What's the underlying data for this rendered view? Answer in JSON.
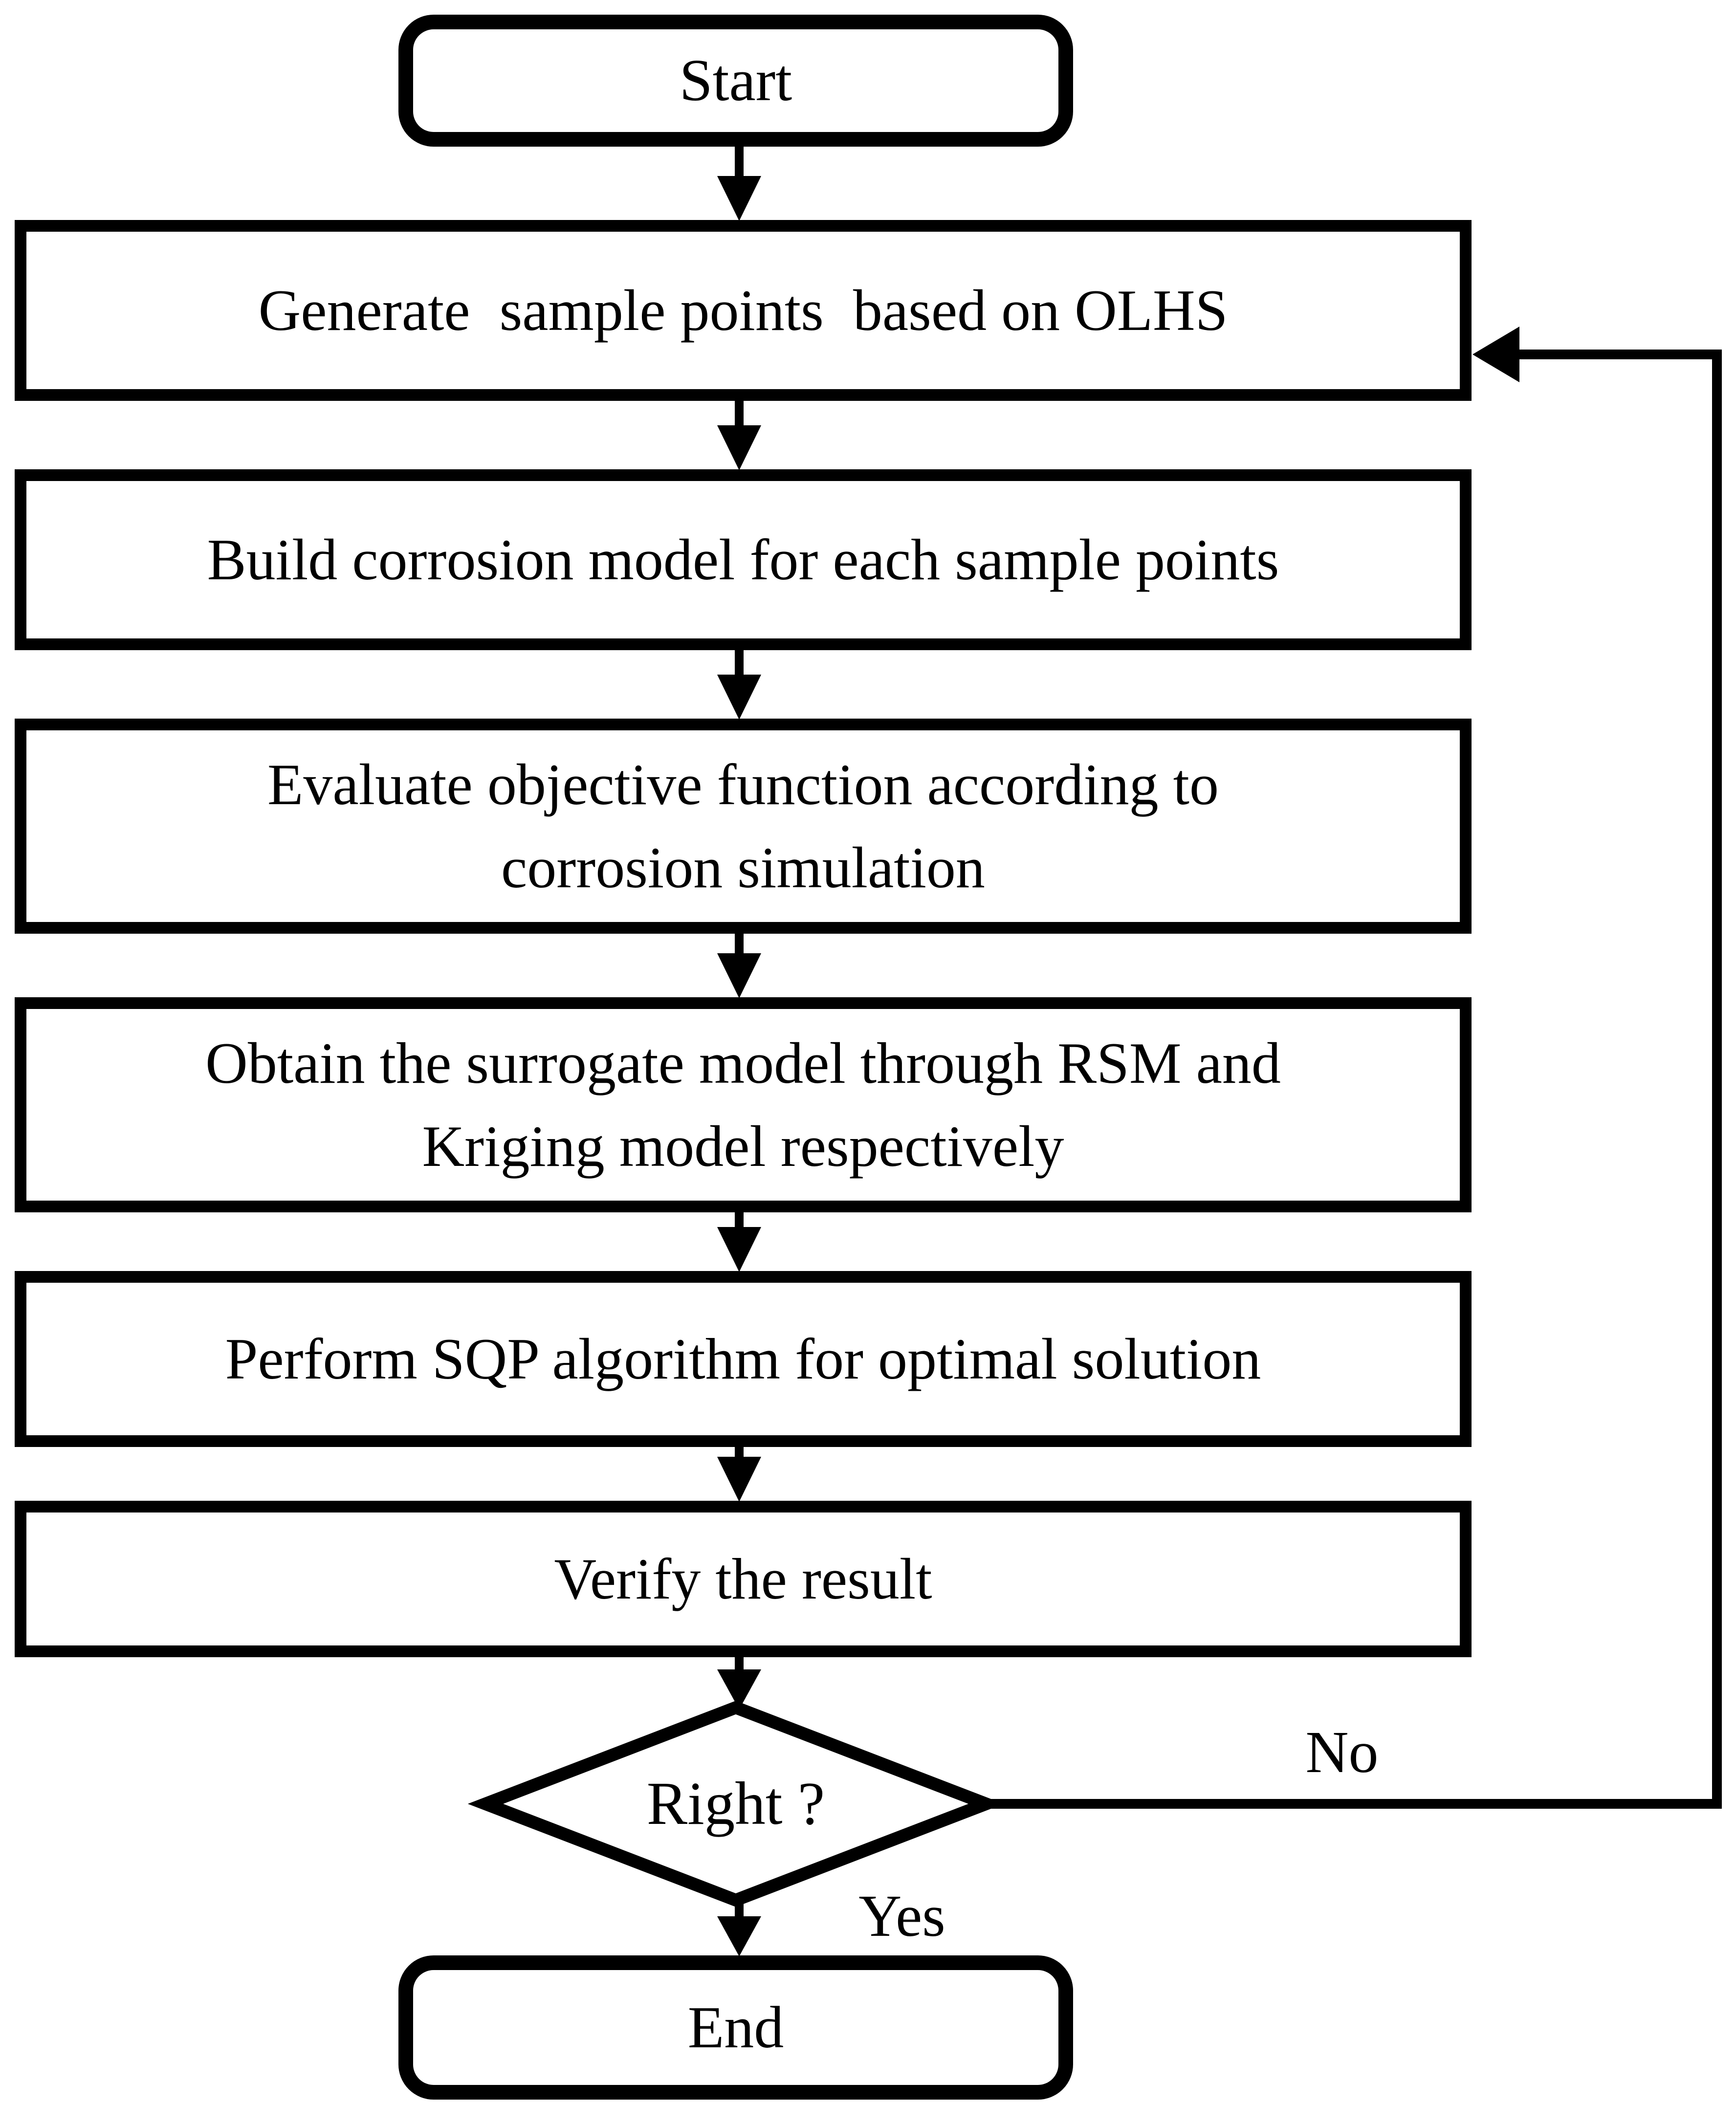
{
  "flowchart": {
    "nodes": {
      "start": "Start",
      "generate": "Generate  sample points  based on OLHS",
      "build": "Build corrosion model for each sample points",
      "evaluate": "Evaluate objective function according to\ncorrosion simulation",
      "obtain": "Obtain the surrogate model through RSM and\nKriging model respectively",
      "perform": "Perform SQP algorithm for optimal solution",
      "verify": "Verify the result",
      "decision": "Right ?",
      "end": "End"
    },
    "edge_labels": {
      "yes": "Yes",
      "no": "No"
    },
    "colors": {
      "line": "#000000",
      "fill": "#ffffff",
      "background": "#ffffff"
    }
  }
}
